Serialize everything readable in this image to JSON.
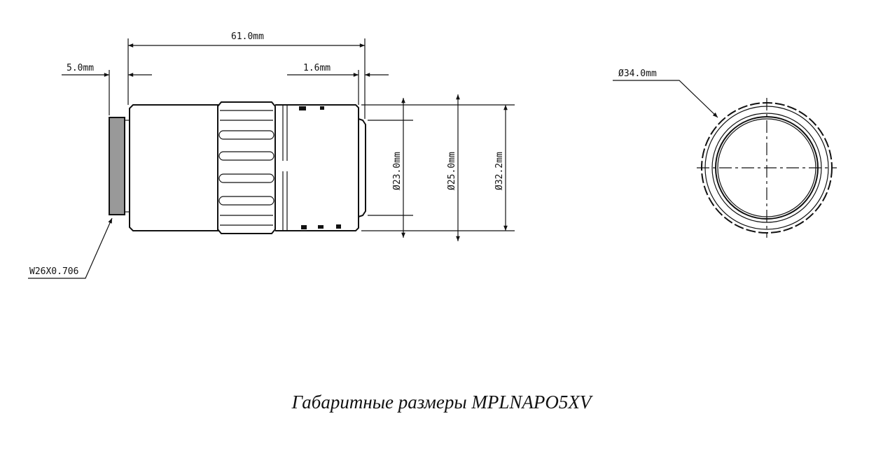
{
  "dimensions": {
    "overall_length": "61.0mm",
    "thread_length": "5.0mm",
    "front_step": "1.6mm",
    "diameter_1": "Ø23.0mm",
    "diameter_2": "Ø25.0mm",
    "diameter_3": "Ø32.2mm",
    "diameter_outer": "Ø34.0mm",
    "thread_spec": "W26X0.706"
  },
  "caption": "Габаритные размеры MPLNAPO5XV"
}
